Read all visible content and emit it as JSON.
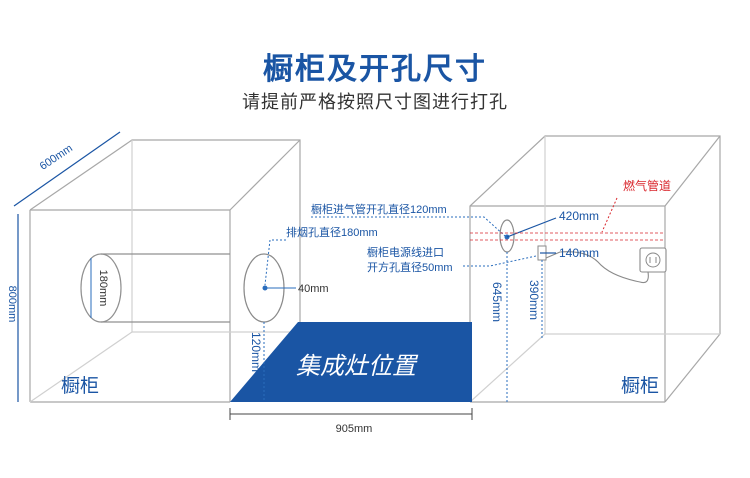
{
  "header": {
    "title": "橱柜及开孔尺寸",
    "subtitle": "请提前严格按照尺寸图进行打孔"
  },
  "labels": {
    "cabinet_left": "橱柜",
    "cabinet_right": "橱柜",
    "stove_area": "集成灶位置",
    "gas_pipe": "燃气管道",
    "gas_inlet_hole": "橱柜进气管开孔直径120mm",
    "exhaust_hole": "排烟孔直径180mm",
    "power_inlet_line1": "橱柜电源线进口",
    "power_inlet_line2": "开方孔直径50mm"
  },
  "dimensions": {
    "depth": "600mm",
    "height": "800mm",
    "width": "905mm",
    "exhaust_diameter": "180mm",
    "exhaust_offset": "40mm",
    "exhaust_height": "120mm",
    "gas_height": "645mm",
    "power_height": "390mm",
    "gas_side": "420mm",
    "power_side": "140mm"
  },
  "colors": {
    "brand_blue": "#1a55a4",
    "line_gray": "#9a9a9a",
    "dim_blue": "#2a6dbd",
    "gas_red": "#d9262c"
  }
}
